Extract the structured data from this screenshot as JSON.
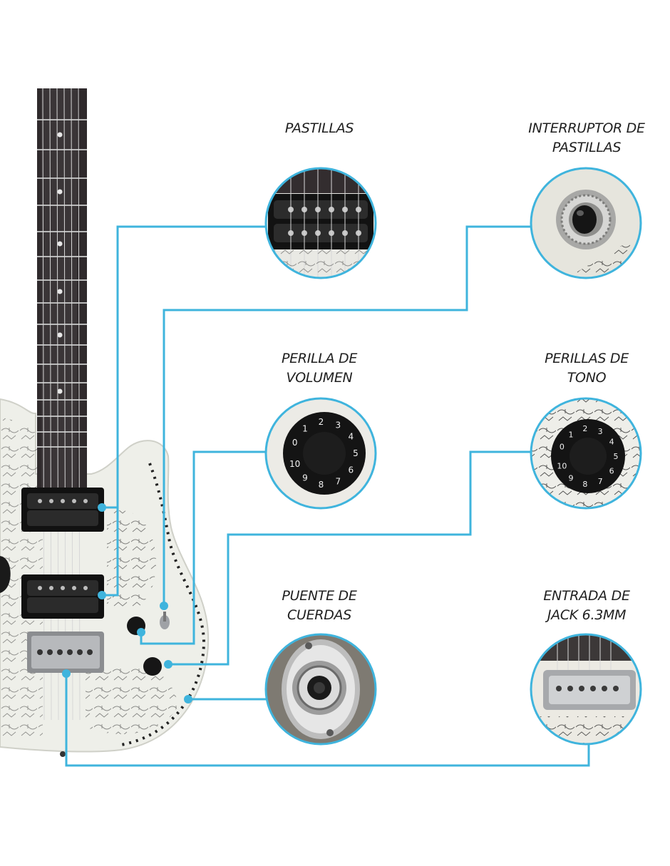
{
  "colors": {
    "leader": "#3fb4dd",
    "body": "#eeefe9",
    "fretboard": "#2f2a2c",
    "hardware": "#1a1a1a",
    "chrome": "#c9c9c9"
  },
  "callouts": [
    {
      "id": "pastillas",
      "icon": "humbucker-pickup",
      "lines": [
        "PASTILLAS"
      ]
    },
    {
      "id": "interruptor",
      "icon": "toggle-switch",
      "lines": [
        "INTERRUPTOR DE",
        "PASTILLAS"
      ]
    },
    {
      "id": "volumen",
      "icon": "knob",
      "lines": [
        "PERILLA DE",
        "VOLUMEN"
      ]
    },
    {
      "id": "tono",
      "icon": "knob",
      "lines": [
        "PERILLAS DE",
        "TONO"
      ]
    },
    {
      "id": "puente",
      "icon": "output-jack",
      "lines": [
        "PUENTE DE",
        "CUERDAS"
      ]
    },
    {
      "id": "jack",
      "icon": "bridge",
      "lines": [
        "ENTRADA DE",
        "JACK 6.3MM"
      ]
    }
  ],
  "knob_numbers": [
    "0",
    "1",
    "2",
    "3",
    "4",
    "5",
    "6",
    "7",
    "8",
    "9",
    "10"
  ]
}
